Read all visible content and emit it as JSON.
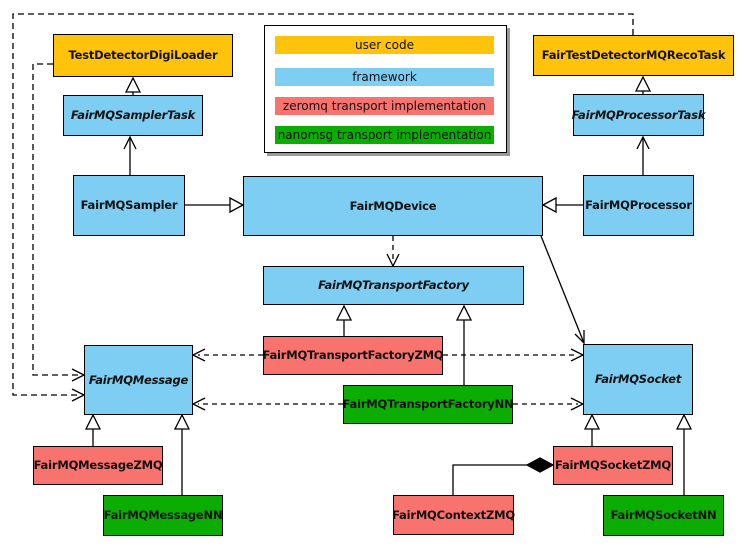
{
  "legend": {
    "items": [
      {
        "label": "user code",
        "color": "#FFC30B"
      },
      {
        "label": "framework",
        "color": "#7DCEF2"
      },
      {
        "label": "zeromq transport implementation",
        "color": "#F9736E"
      },
      {
        "label": "nanomsg transport implementation",
        "color": "#0BAE00"
      }
    ]
  },
  "nodes": {
    "test_detector_digi_loader": {
      "label": "TestDetectorDigiLoader",
      "category": "user code",
      "abstract": false
    },
    "fair_test_detector_mq_reco_task": {
      "label": "FairTestDetectorMQRecoTask",
      "category": "user code",
      "abstract": false
    },
    "sampler_task": {
      "label": "FairMQSamplerTask",
      "category": "framework",
      "abstract": true
    },
    "processor_task": {
      "label": "FairMQProcessorTask",
      "category": "framework",
      "abstract": true
    },
    "sampler": {
      "label": "FairMQSampler",
      "category": "framework",
      "abstract": false
    },
    "processor": {
      "label": "FairMQProcessor",
      "category": "framework",
      "abstract": false
    },
    "device": {
      "label": "FairMQDevice",
      "category": "framework",
      "abstract": false
    },
    "transport_factory": {
      "label": "FairMQTransportFactory",
      "category": "framework",
      "abstract": true
    },
    "transport_factory_zmq": {
      "label": "FairMQTransportFactoryZMQ",
      "category": "zeromq",
      "abstract": false
    },
    "transport_factory_nn": {
      "label": "FairMQTransportFactoryNN",
      "category": "nanomsg",
      "abstract": false
    },
    "message": {
      "label": "FairMQMessage",
      "category": "framework",
      "abstract": true
    },
    "socket": {
      "label": "FairMQSocket",
      "category": "framework",
      "abstract": true
    },
    "message_zmq": {
      "label": "FairMQMessageZMQ",
      "category": "zeromq",
      "abstract": false
    },
    "message_nn": {
      "label": "FairMQMessageNN",
      "category": "nanomsg",
      "abstract": false
    },
    "socket_zmq": {
      "label": "FairMQSocketZMQ",
      "category": "zeromq",
      "abstract": false
    },
    "socket_nn": {
      "label": "FairMQSocketNN",
      "category": "nanomsg",
      "abstract": false
    },
    "context_zmq": {
      "label": "FairMQContextZMQ",
      "category": "zeromq",
      "abstract": false
    }
  },
  "edges": [
    {
      "from": "FairMQSampler",
      "to": "FairMQDevice",
      "type": "generalization"
    },
    {
      "from": "FairMQProcessor",
      "to": "FairMQDevice",
      "type": "generalization"
    },
    {
      "from": "FairMQSamplerTask",
      "to": "TestDetectorDigiLoader",
      "type": "generalization"
    },
    {
      "from": "FairMQProcessorTask",
      "to": "FairTestDetectorMQRecoTask",
      "type": "generalization"
    },
    {
      "from": "FairMQSampler",
      "to": "FairMQSamplerTask",
      "type": "association"
    },
    {
      "from": "FairMQProcessor",
      "to": "FairMQProcessorTask",
      "type": "association"
    },
    {
      "from": "FairMQDevice",
      "to": "FairMQTransportFactory",
      "type": "dependency-dashed"
    },
    {
      "from": "FairMQDevice",
      "to": "FairMQSocket",
      "type": "association"
    },
    {
      "from": "TestDetectorDigiLoader",
      "to": "FairMQMessage",
      "type": "dependency-dashed"
    },
    {
      "from": "FairTestDetectorMQRecoTask",
      "to": "FairMQMessage",
      "type": "dependency-dashed"
    },
    {
      "from": "FairMQTransportFactoryZMQ",
      "to": "FairMQTransportFactory",
      "type": "generalization"
    },
    {
      "from": "FairMQTransportFactoryNN",
      "to": "FairMQTransportFactory",
      "type": "generalization"
    },
    {
      "from": "FairMQTransportFactoryZMQ",
      "to": "FairMQMessage",
      "type": "dependency-dashed"
    },
    {
      "from": "FairMQTransportFactoryNN",
      "to": "FairMQMessage",
      "type": "dependency-dashed"
    },
    {
      "from": "FairMQTransportFactoryZMQ",
      "to": "FairMQSocket",
      "type": "dependency-dashed"
    },
    {
      "from": "FairMQTransportFactoryNN",
      "to": "FairMQSocket",
      "type": "dependency-dashed"
    },
    {
      "from": "FairMQMessageZMQ",
      "to": "FairMQMessage",
      "type": "generalization"
    },
    {
      "from": "FairMQMessageNN",
      "to": "FairMQMessage",
      "type": "generalization"
    },
    {
      "from": "FairMQSocketZMQ",
      "to": "FairMQSocket",
      "type": "generalization"
    },
    {
      "from": "FairMQSocketNN",
      "to": "FairMQSocket",
      "type": "generalization"
    },
    {
      "from": "FairMQContextZMQ",
      "to": "FairMQSocketZMQ",
      "type": "composition"
    }
  ]
}
